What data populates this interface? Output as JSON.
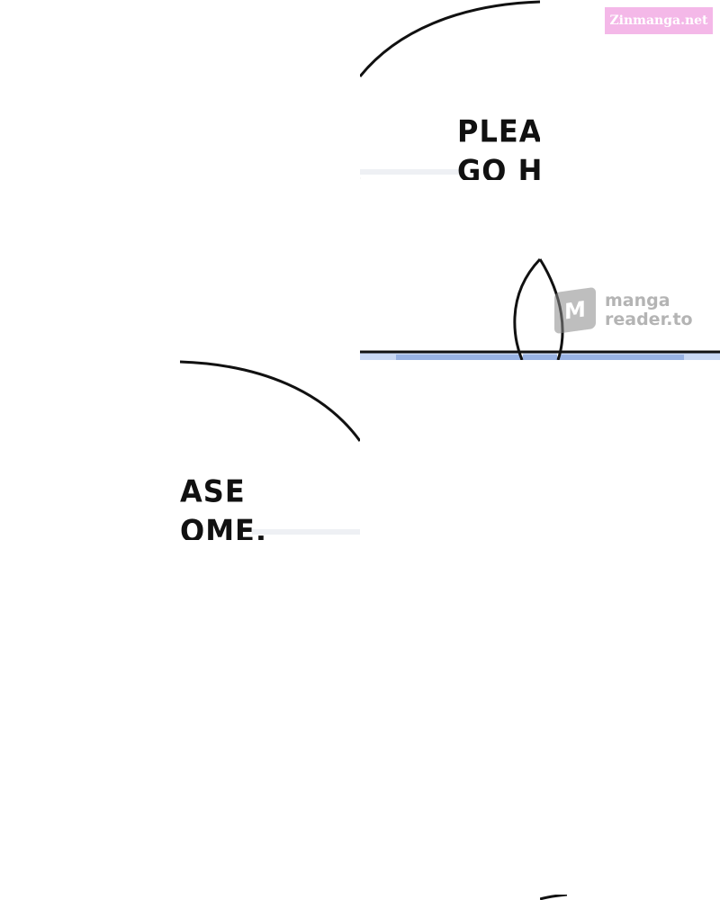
{
  "watermarks": {
    "site_badge": "Zinmanga.net",
    "reader_logo_letter": "M",
    "reader_line1": "manga",
    "reader_line2": "reader.to"
  },
  "speech_bubble": {
    "line1_left_fragment": "PLEA",
    "line2_left_fragment": "GO H",
    "line1_right_fragment": "ASE",
    "line2_right_fragment": "OME."
  },
  "colors": {
    "ink": "#111111",
    "paper": "#ffffff",
    "sky_blue": "#6f93d6",
    "badge_pink": "#f4b8e8"
  }
}
